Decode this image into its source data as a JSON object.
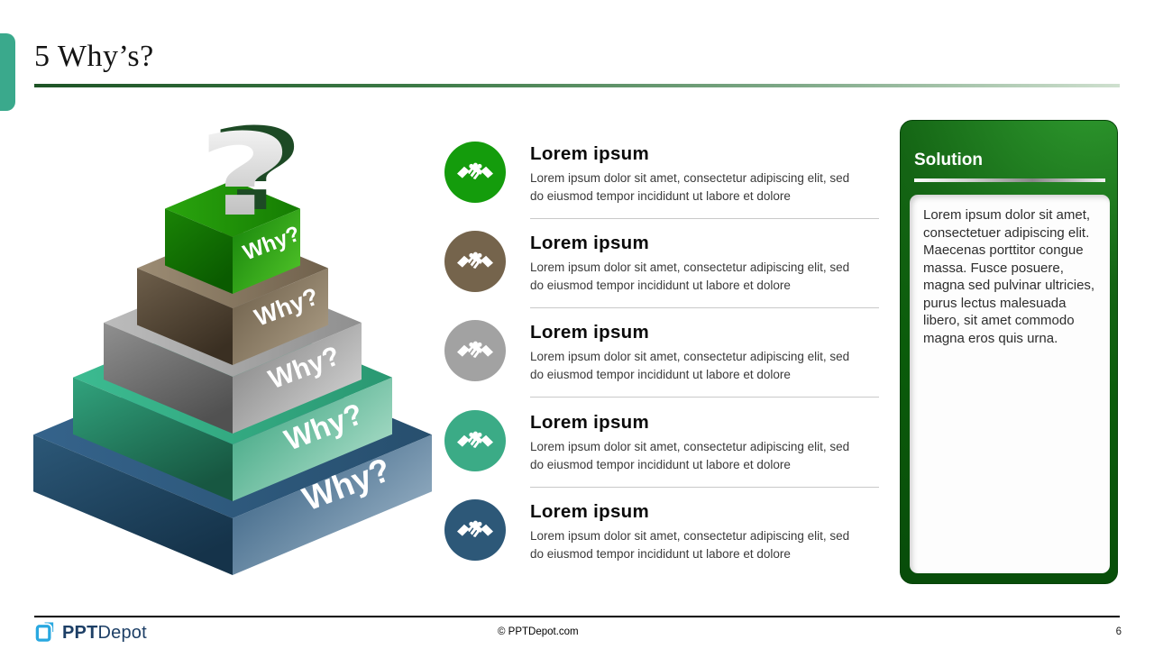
{
  "slide": {
    "title": "5 Why’s?",
    "accent_color": "#3aa98c",
    "underline_from": "#1e5426",
    "underline_to": "#cfe0cf"
  },
  "pyramid": {
    "question_mark": "?",
    "qm_front_from": "#fdfdfd",
    "qm_front_to": "#b2b2b2",
    "qm_side_color": "#1d4a25",
    "layers": [
      {
        "label": "Why?",
        "top_from": "#2aa50e",
        "top_to": "#157c02",
        "left_from": "#1a8406",
        "left_to": "#0a5b00",
        "right_from": "#15820a",
        "right_to": "#4fc228"
      },
      {
        "label": "Why?",
        "top_from": "#9c8c74",
        "top_to": "#70614c",
        "left_from": "#6e5f4b",
        "left_to": "#3a2f22",
        "right_from": "#6a5c47",
        "right_to": "#ab9c84"
      },
      {
        "label": "Why?",
        "top_from": "#bcbcbc",
        "top_to": "#8f8f8f",
        "left_from": "#909090",
        "left_to": "#515151",
        "right_from": "#7d7d7d",
        "right_to": "#d8d8d8"
      },
      {
        "label": "Why?",
        "top_from": "#3cbb91",
        "top_to": "#2a9872",
        "left_from": "#31a37d",
        "left_to": "#175741",
        "right_from": "#2f9e78",
        "right_to": "#b7e3d0"
      },
      {
        "label": "Why?",
        "top_from": "#35638b",
        "top_to": "#274f6e",
        "left_from": "#2c5878",
        "left_to": "#15334a",
        "right_from": "#2b567a",
        "right_to": "#a3bacc"
      }
    ]
  },
  "items": [
    {
      "title": "Lorem ipsum",
      "body": "Lorem ipsum dolor sit amet, consectetur adipiscing elit, sed do eiusmod tempor incididunt ut labore et dolore",
      "color": "#149c0c",
      "icon": "handshake-icon"
    },
    {
      "title": "Lorem ipsum",
      "body": "Lorem ipsum dolor sit amet, consectetur adipiscing elit, sed do eiusmod tempor incididunt ut labore et dolore",
      "color": "#75644c",
      "icon": "handshake-icon"
    },
    {
      "title": "Lorem ipsum",
      "body": "Lorem ipsum dolor sit amet, consectetur adipiscing elit, sed do eiusmod tempor incididunt ut labore et dolore",
      "color": "#a2a2a2",
      "icon": "handshake-icon"
    },
    {
      "title": "Lorem ipsum",
      "body": "Lorem ipsum dolor sit amet, consectetur adipiscing elit, sed do eiusmod tempor incididunt ut labore et dolore",
      "color": "#3bab86",
      "icon": "handshake-icon"
    },
    {
      "title": "Lorem ipsum",
      "body": "Lorem ipsum dolor sit amet, consectetur adipiscing elit, sed do eiusmod tempor incididunt ut labore et dolore",
      "color": "#2d5878",
      "icon": "handshake-icon"
    }
  ],
  "solution": {
    "title": "Solution",
    "body": "Lorem ipsum dolor sit amet, consectetuer adipiscing elit. Maecenas porttitor congue massa. Fusce posuere, magna sed pulvinar ultricies, purus lectus malesuada libero, sit amet commodo magna eros quis urna.",
    "panel_color_dark": "#0b5c0b",
    "panel_color_light": "#2f9b2f"
  },
  "footer": {
    "logo_bold": "PPT",
    "logo_regular": "Depot",
    "logo_color": "#29a8e0",
    "copyright": "© PPTDepot.com",
    "page_number": "6"
  }
}
